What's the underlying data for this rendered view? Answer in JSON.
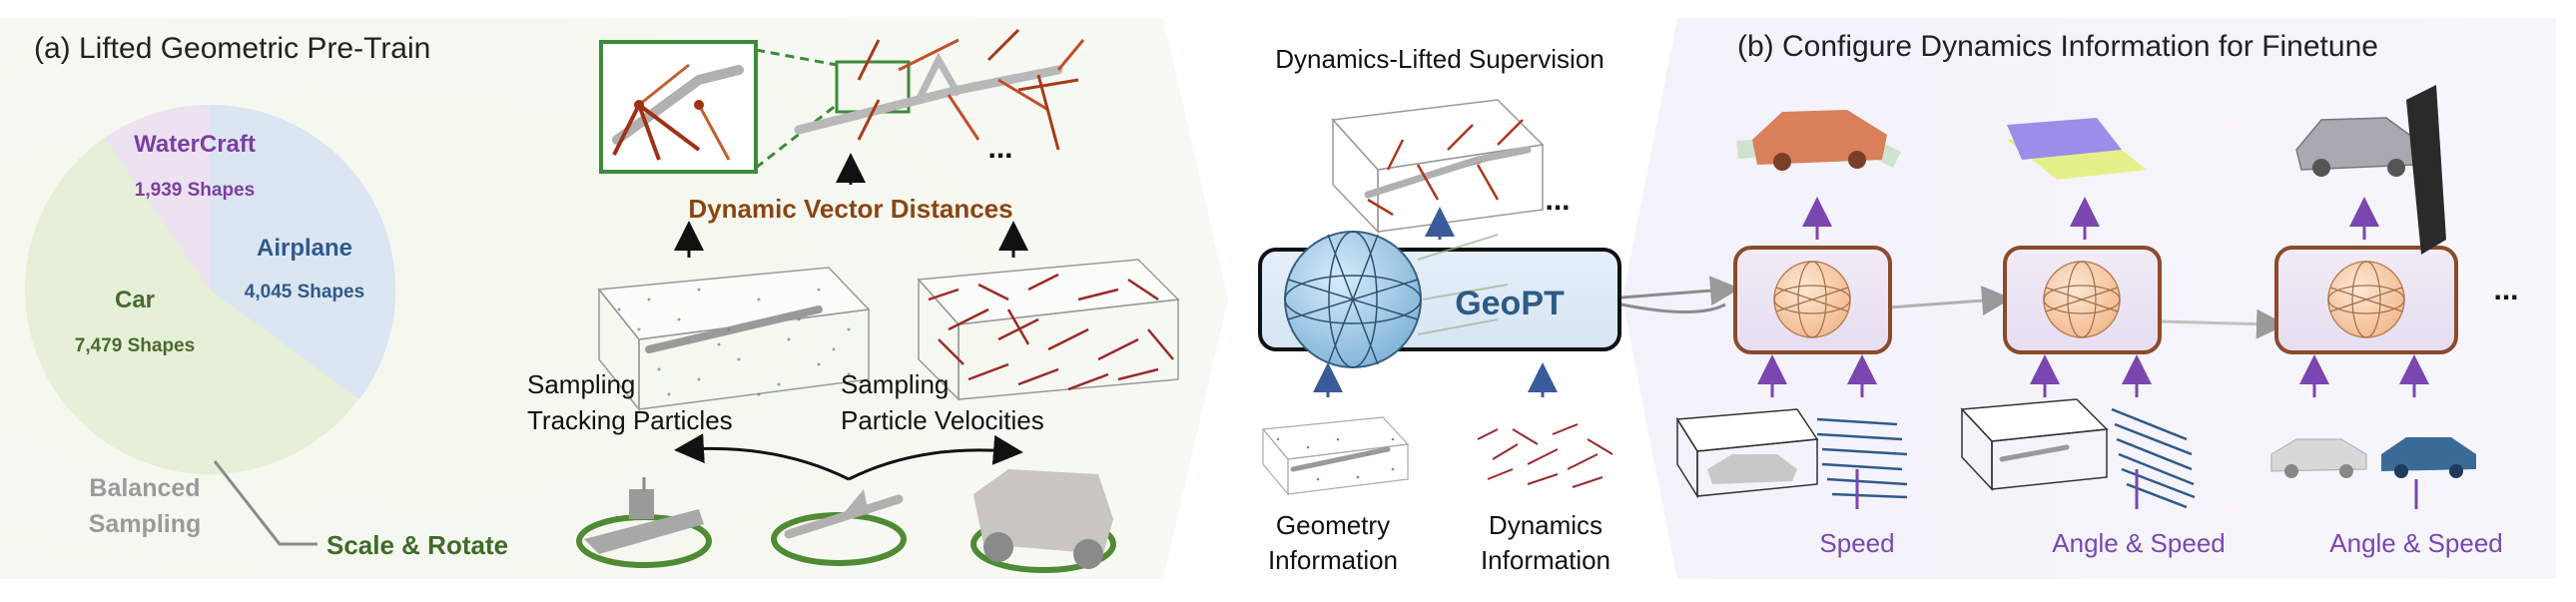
{
  "panel_a": {
    "title": "(a) Lifted Geometric Pre-Train",
    "pie": {
      "watercraft_label": "WaterCraft",
      "watercraft_count": "1,939 Shapes",
      "airplane_label": "Airplane",
      "airplane_count": "4,045 Shapes",
      "car_label": "Car",
      "car_count": "7,479 Shapes",
      "balanced_line1": "Balanced",
      "balanced_line2": "Sampling"
    },
    "dynamic_vector_distances": "Dynamic Vector Distances",
    "ellipsis": "...",
    "tracking_line1": "Sampling",
    "tracking_line2": "Tracking Particles",
    "velocities_line1": "Sampling",
    "velocities_line2": "Particle Velocities",
    "scale_rotate": "Scale & Rotate"
  },
  "middle": {
    "supervision_title": "Dynamics-Lifted Supervision",
    "ellipsis": "...",
    "model_name": "GeoPT",
    "geometry_line1": "Geometry",
    "geometry_line2": "Information",
    "dynamics_line1": "Dynamics",
    "dynamics_line2": "Information"
  },
  "panel_b": {
    "title": "(b) Configure Dynamics Information for Finetune",
    "speed_label": "Speed",
    "angle_speed_label_1": "Angle & Speed",
    "angle_speed_label_2": "Angle & Speed",
    "ellipsis": "..."
  },
  "colors": {
    "watercraft": "#7b3fa0",
    "airplane": "#2f5a8c",
    "car": "#4a6a2e",
    "dynamic_brown": "#8b4513",
    "scale_green": "#3e6b2a",
    "purple_arrow": "#7a46b0",
    "blue_arrow": "#3a5a9a",
    "box_brown": "#8b4a2a",
    "geopt_text": "#2e5b86"
  }
}
